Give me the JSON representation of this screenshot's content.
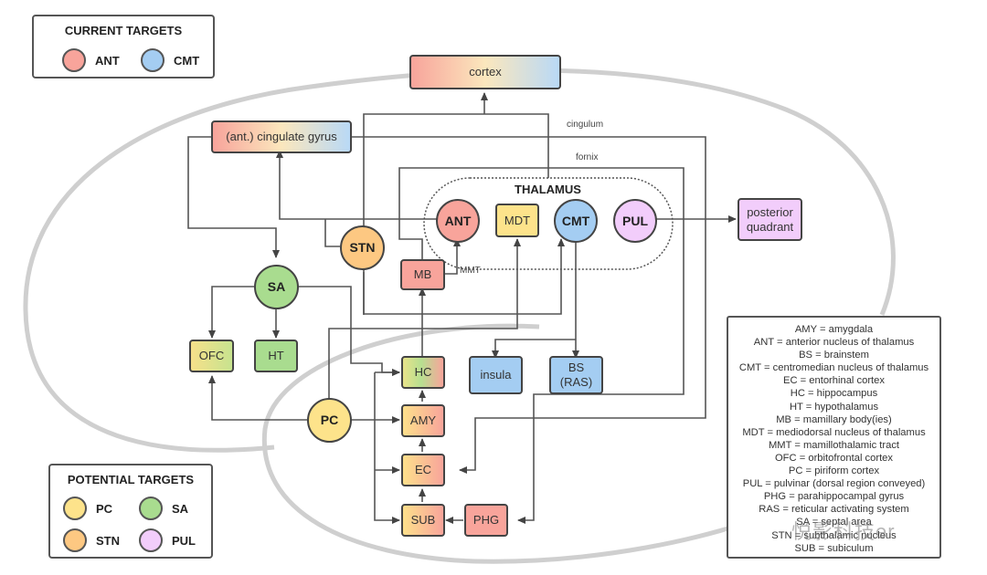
{
  "legends": {
    "current": {
      "title": "CURRENT TARGETS",
      "items": [
        {
          "label": "ANT",
          "color": "#f8a49b"
        },
        {
          "label": "CMT",
          "color": "#a4cdf2"
        }
      ]
    },
    "potential": {
      "title": "POTENTIAL TARGETS",
      "items": [
        {
          "label": "PC",
          "color": "#fde38b"
        },
        {
          "label": "SA",
          "color": "#a9dc8f"
        },
        {
          "label": "STN",
          "color": "#fdc882"
        },
        {
          "label": "PUL",
          "color": "#f2cdfb"
        }
      ]
    }
  },
  "nodes": {
    "cortex": "cortex",
    "cingulate": "(ant.) cingulate gyrus",
    "thalamus_title": "THALAMUS",
    "ant": "ANT",
    "mdt": "MDT",
    "cmt": "CMT",
    "pul": "PUL",
    "posterior_line1": "posterior",
    "posterior_line2": "quadrant",
    "stn": "STN",
    "mb": "MB",
    "sa": "SA",
    "ofc": "OFC",
    "ht": "HT",
    "hc": "HC",
    "amy": "AMY",
    "ec": "EC",
    "sub": "SUB",
    "phg": "PHG",
    "pc": "PC",
    "insula": "insula",
    "bs_line1": "BS",
    "bs_line2": "(RAS)"
  },
  "path_labels": {
    "cingulum": "cingulum",
    "fornix": "fornix",
    "mmt": "MMT"
  },
  "abbreviations": [
    "AMY = amygdala",
    "ANT = anterior nucleus of thalamus",
    "BS = brainstem",
    "CMT = centromedian nucleus of thalamus",
    "EC = entorhinal cortex",
    "HC = hippocampus",
    "HT = hypothalamus",
    "MB = mamillary body(ies)",
    "MDT = mediodorsal nucleus of thalamus",
    "MMT = mamillothalamic tract",
    "OFC = orbitofrontal cortex",
    "PC = piriform cortex",
    "PUL = pulvinar (dorsal region conveyed)",
    "PHG = parahippocampal gyrus",
    "RAS = reticular activating system",
    "SA = septal area",
    "STN = subthalamic nucleus",
    "SUB = subiculum"
  ],
  "watermark": "悦影科技er"
}
